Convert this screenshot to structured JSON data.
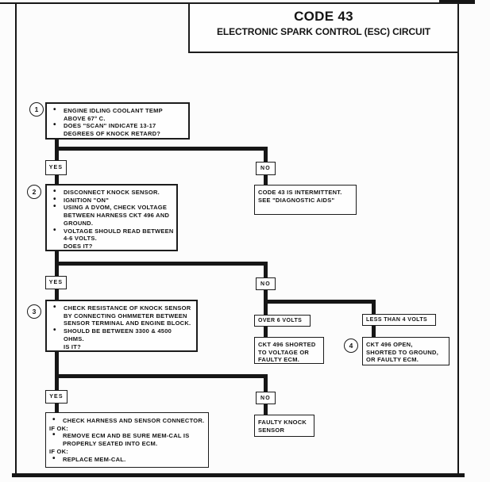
{
  "colors": {
    "ink": "#1c1c1c",
    "paper": "#fcfcfc"
  },
  "header": {
    "code": "CODE 43",
    "title": "ELECTRONIC SPARK CONTROL (ESC) CIRCUIT"
  },
  "labels": {
    "yes": "YES",
    "no": "NO"
  },
  "steps": {
    "n1": "1",
    "n2": "2",
    "n3": "3",
    "n4": "4"
  },
  "flow": {
    "q1": {
      "lines": [
        "ENGINE IDLING COOLANT TEMP",
        "ABOVE 67° C.",
        "DOES \"SCAN\" INDICATE 13-17",
        "DEGREES OF KNOCK RETARD?"
      ]
    },
    "q2": {
      "lines": [
        "DISCONNECT KNOCK SENSOR.",
        "IGNITION \"ON\"",
        "USING A DVOM, CHECK VOLTAGE",
        "BETWEEN HARNESS CKT 496 AND",
        "GROUND.",
        "VOLTAGE SHOULD READ BETWEEN",
        "4-6 VOLTS.",
        "DOES IT?"
      ]
    },
    "q3": {
      "lines": [
        "CHECK RESISTANCE OF KNOCK SENSOR",
        "BY CONNECTING OHMMETER BETWEEN",
        "SENSOR TERMINAL AND ENGINE BLOCK.",
        "SHOULD BE BETWEEN 3300 & 4500",
        "OHMS.",
        "IS IT?"
      ]
    },
    "intermittent": {
      "lines": [
        "CODE 43 IS INTERMITTENT.",
        "SEE \"DIAGNOSTIC AIDS\""
      ]
    },
    "over6": {
      "label": "OVER 6 VOLTS"
    },
    "less4": {
      "label": "LESS THAN 4 VOLTS"
    },
    "ckt_shorted": {
      "lines": [
        "CKT 496 SHORTED",
        "TO VOLTAGE OR",
        "FAULTY ECM."
      ]
    },
    "ckt_open": {
      "lines": [
        "CKT 496 OPEN,",
        "SHORTED TO GROUND,",
        "OR FAULTY ECM."
      ]
    },
    "faulty": {
      "lines": [
        "FAULTY KNOCK",
        "SENSOR"
      ]
    },
    "final": {
      "lines": [
        "CHECK HARNESS AND SENSOR CONNECTOR.",
        "IF OK:",
        "REMOVE ECM AND BE SURE MEM-CAL IS",
        "PROPERLY SEATED INTO ECM.",
        "IF OK:",
        "REPLACE MEM-CAL."
      ]
    }
  }
}
